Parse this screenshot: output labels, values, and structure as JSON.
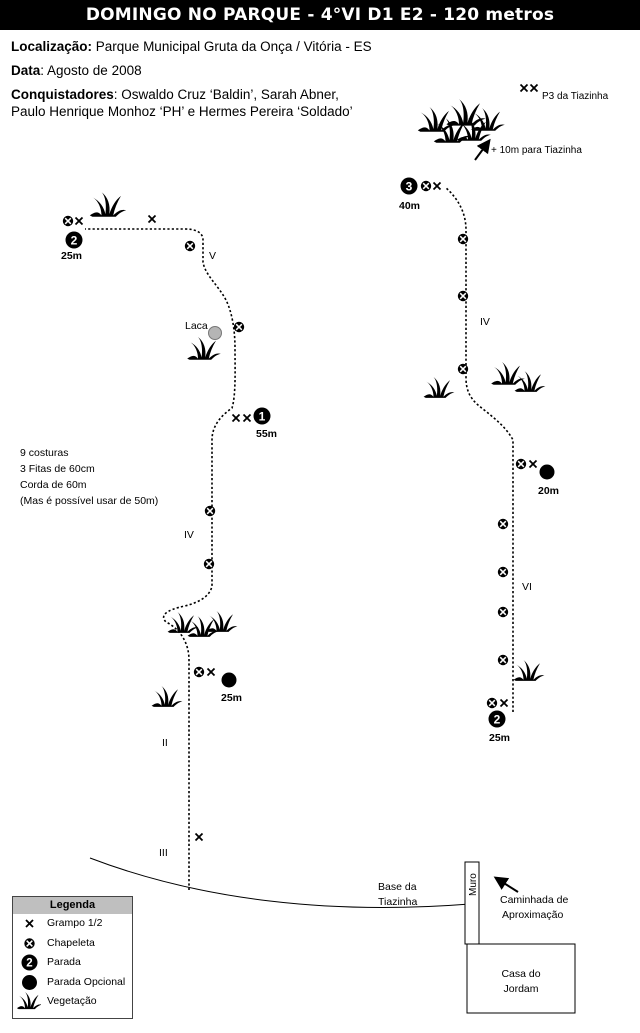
{
  "title": "DOMINGO NO PARQUE  -  4°VI D1 E2  -  120 metros",
  "info": {
    "localizacao_label": "Localização:",
    "localizacao_value": " Parque Municipal Gruta da Onça / Vitória - ES",
    "data_label": "Data",
    "data_value": ": Agosto de 2008",
    "conquistadores_label": "Conquistadores",
    "conquistadores_value": ": Oswaldo Cruz ‘Baldin’, Sarah Abner,",
    "conquistadores_line2": "Paulo Henrique Monhoz ‘PH’ e Hermes Pereira ‘Soldado’"
  },
  "gear_note": [
    "9 costuras",
    "3 Fitas de 60cm",
    "Corda de 60m",
    "(Mas é possível usar de 50m)"
  ],
  "left_route": {
    "grades": [
      "V",
      "IV",
      "II",
      "III"
    ],
    "belays": [
      {
        "number": "2",
        "length": "25m"
      },
      {
        "number": "1",
        "length": "55m"
      },
      {
        "number": "",
        "length": "25m"
      }
    ],
    "laca_label": "Laca"
  },
  "right_route": {
    "grades": [
      "IV",
      "VI"
    ],
    "belays": [
      {
        "number": "3",
        "length": "40m"
      },
      {
        "number": "",
        "length": "20m"
      },
      {
        "number": "2",
        "length": "25m"
      }
    ],
    "p3_label": "P3 da Tiazinha",
    "direction_label": "+ 10m para Tiazinha"
  },
  "ground": {
    "base_label_1": "Base da",
    "base_label_2": "Tiazinha",
    "muro_label": "Muro",
    "approach_1": "Caminhada de",
    "approach_2": "Aproximação",
    "house_1": "Casa do",
    "house_2": "Jordam"
  },
  "legend": {
    "title": "Legenda",
    "items": [
      {
        "icon": "bolt-x",
        "label": "Grampo 1/2"
      },
      {
        "icon": "chapeleta",
        "label": "Chapeleta"
      },
      {
        "icon": "belay-numbered",
        "label": "Parada",
        "number": "2"
      },
      {
        "icon": "belay-optional",
        "label": "Parada Opcional"
      },
      {
        "icon": "vegetation",
        "label": "Vegetação"
      }
    ]
  }
}
